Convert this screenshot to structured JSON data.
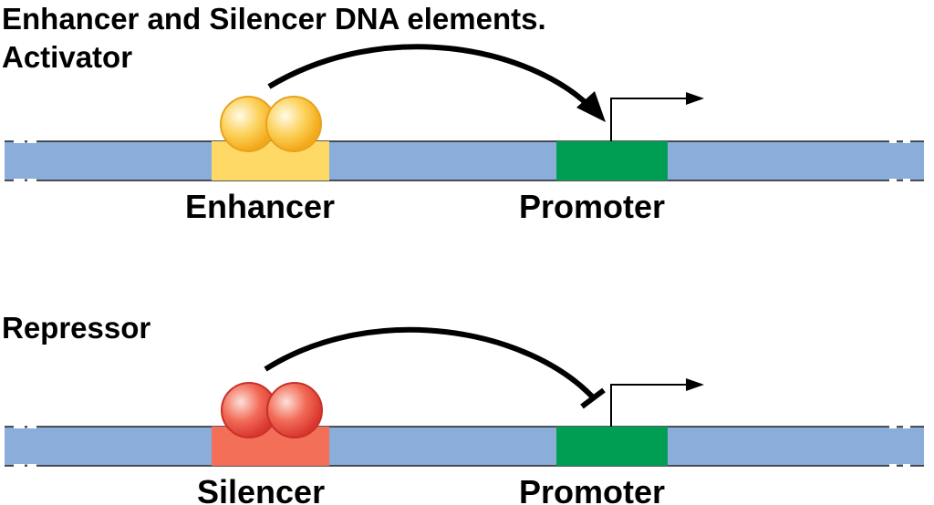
{
  "title": "Enhancer and Silencer DNA elements.",
  "panels": [
    {
      "heading": "Activator",
      "element_label": "Enhancer",
      "promoter_label": "Promoter",
      "regulation": "activation"
    },
    {
      "heading": "Repressor",
      "element_label": "Silencer",
      "promoter_label": "Promoter",
      "regulation": "repression"
    }
  ],
  "colors": {
    "dna": "#8aadda",
    "enhancer": "#ffd966",
    "activator_protein": "#fbc23a",
    "silencer": "#f36f57",
    "repressor_protein": "#ef5a4a",
    "promoter": "#009e52"
  }
}
